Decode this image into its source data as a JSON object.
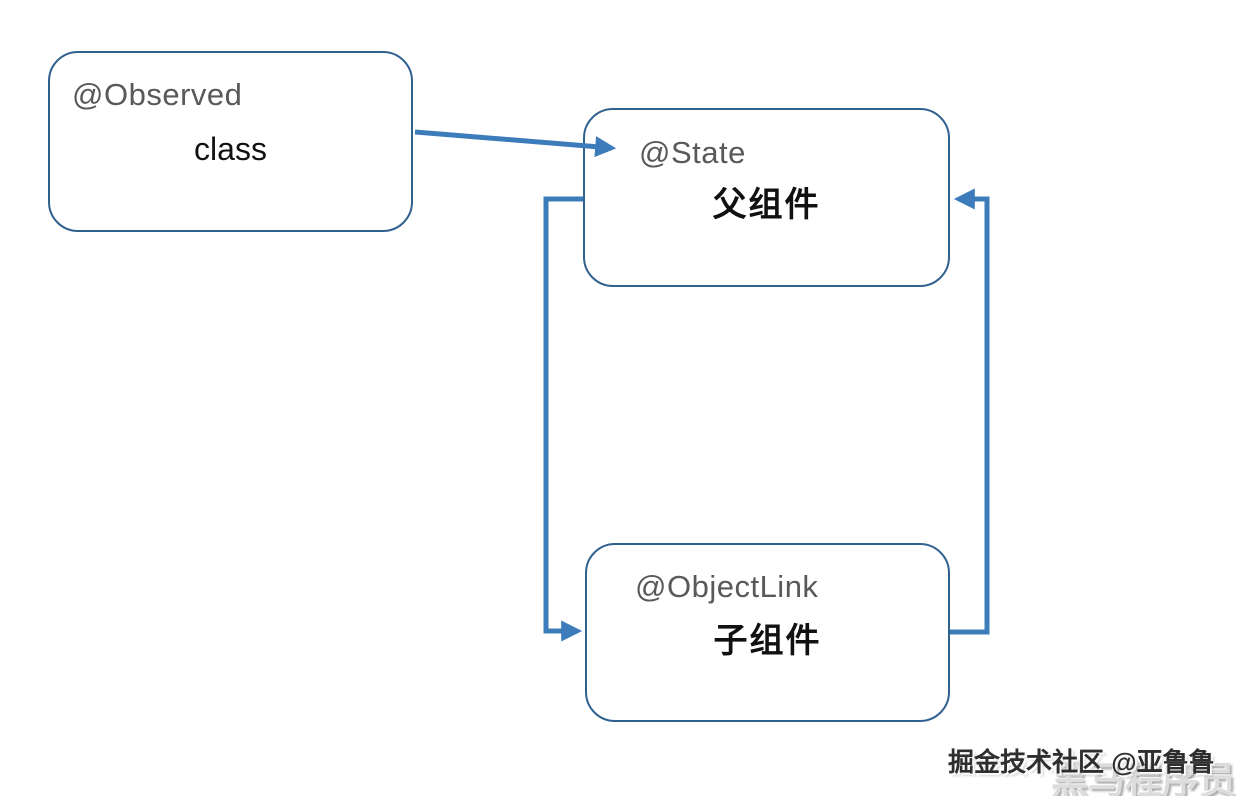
{
  "diagram": {
    "nodes": [
      {
        "id": "observed",
        "annotation": "@Observed",
        "label": "class"
      },
      {
        "id": "state",
        "annotation": "@State",
        "label": "父组件"
      },
      {
        "id": "objectlink",
        "annotation": "@ObjectLink",
        "label": "子组件"
      }
    ],
    "edges": [
      {
        "from": "observed",
        "to": "state",
        "shape": "straight-arrow-right"
      },
      {
        "from": "state",
        "to": "objectlink",
        "shape": "elbow-down-left-side"
      },
      {
        "from": "objectlink",
        "to": "state",
        "shape": "elbow-up-right-side"
      }
    ],
    "colors": {
      "box_border": "#31618f",
      "arrow": "#3d7cba",
      "annotation_text": "#595959",
      "label_text": "#111111",
      "background": "#ffffff"
    },
    "watermark": {
      "primary": "掘金技术社区 @亚鲁鲁",
      "secondary": "黑马程序员"
    }
  }
}
